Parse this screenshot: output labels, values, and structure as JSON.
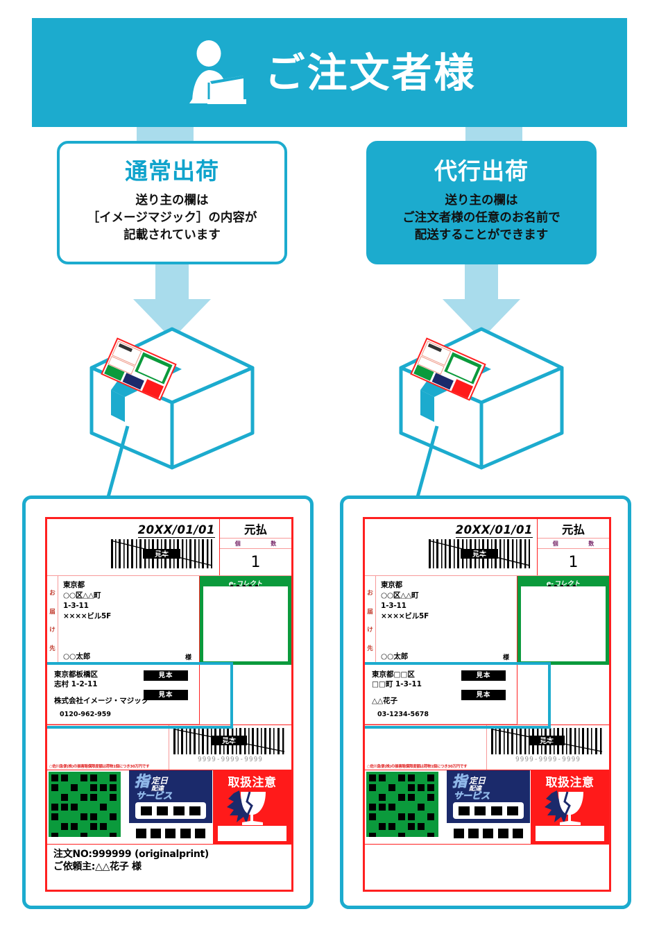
{
  "header": {
    "title": "ご注文者様",
    "icon": "person-at-desk-icon",
    "bg_color": "#1CABCE"
  },
  "colors": {
    "cyan": "#1CABCE",
    "light_cyan": "#A9DCEC",
    "label_red": "#FF2020",
    "label_green": "#0B9A3C",
    "label_blue": "#1B2A6B"
  },
  "options": [
    {
      "id": "normal",
      "title": "通常出荷",
      "body": [
        "送り主の欄は",
        "［イメージマジック］の内容が",
        "記載されています"
      ],
      "style": "outline"
    },
    {
      "id": "agent",
      "title": "代行出荷",
      "body": [
        "送り主の欄は",
        "ご注文者様の任意のお名前で",
        "配送することができます"
      ],
      "style": "filled"
    }
  ],
  "labels": [
    {
      "id": "normal-label",
      "date": "20XX/01/01",
      "payment": "元払",
      "qty_head": [
        "個",
        "数"
      ],
      "qty": "1",
      "mihon": "見本",
      "addressee_vertical": [
        "お",
        "届",
        "け",
        "先"
      ],
      "addressee_lines": [
        "東京都",
        "○○区△△町",
        "1-3-11",
        "××××ビル5F"
      ],
      "addressee_name": "○○太郎",
      "addressee_honorific": "様",
      "ecollect_logo": "e-コレクト",
      "sender_address": [
        "東京都板橋区",
        "志村 1-2-11"
      ],
      "sender_name": "株式会社イメージ・マジック",
      "sender_tel": "0120-962-959",
      "barcode_number": "9999-9999-9999",
      "warning_text": "○佐川急便(株)の損害賠償限度額は荷物1個につき30万円です",
      "handle_care": "取扱注意",
      "sitei_logo": "指定日配達サービス",
      "order_lines": [
        "注文NO:999999  (originalprint)",
        "ご依頼主:△△花子 様"
      ]
    },
    {
      "id": "agent-label",
      "date": "20XX/01/01",
      "payment": "元払",
      "qty_head": [
        "個",
        "数"
      ],
      "qty": "1",
      "mihon": "見本",
      "addressee_vertical": [
        "お",
        "届",
        "け",
        "先"
      ],
      "addressee_lines": [
        "東京都",
        "○○区△△町",
        "1-3-11",
        "××××ビル5F"
      ],
      "addressee_name": "○○太郎",
      "addressee_honorific": "様",
      "ecollect_logo": "e-コレクト",
      "sender_address": [
        "東京都□□区",
        "□□町 1-3-11"
      ],
      "sender_name": "△△花子",
      "sender_tel": "03-1234-5678",
      "barcode_number": "9999-9999-9999",
      "warning_text": "○佐川急便(株)の損害賠償限度額は荷物1個につき30万円です",
      "handle_care": "取扱注意",
      "sitei_logo": "指定日配達サービス",
      "order_lines": [
        "",
        ""
      ]
    }
  ]
}
